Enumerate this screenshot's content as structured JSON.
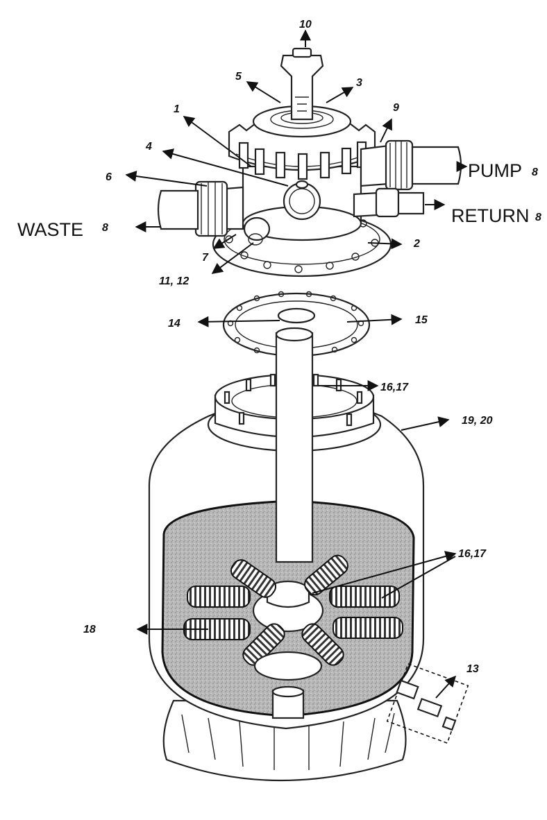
{
  "callouts": {
    "c1": "1",
    "c2": "2",
    "c3": "3",
    "c4": "4",
    "c5": "5",
    "c6": "6",
    "c7": "7",
    "c9": "9",
    "c10": "10",
    "c11_12": "11, 12",
    "c13": "13",
    "c14": "14",
    "c15": "15",
    "c16_17_top": "16,17",
    "c16_17_bottom": "16,17",
    "c18": "18",
    "c19_20": "19, 20"
  },
  "ports": {
    "pump": "PUMP",
    "pump_num": "8",
    "return": "RETURN",
    "return_num": "8",
    "waste": "WASTE",
    "waste_num": "8"
  }
}
